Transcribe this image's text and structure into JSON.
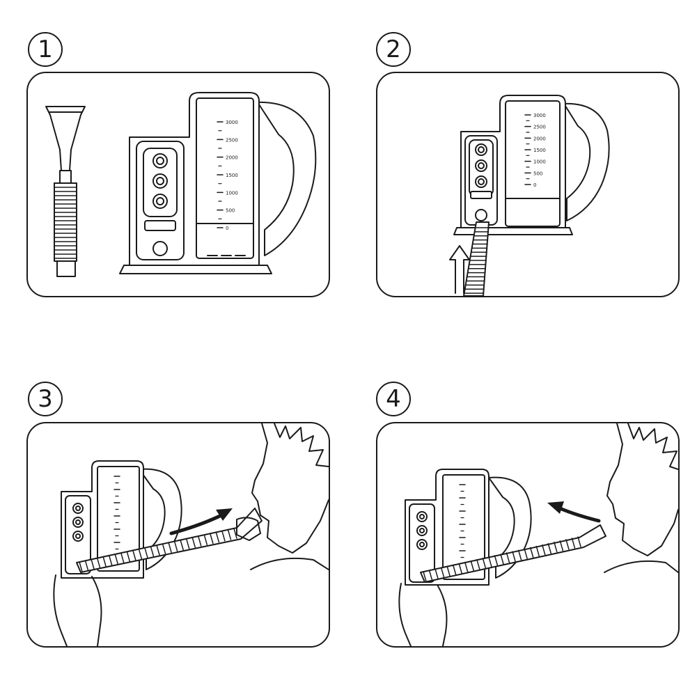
{
  "steps": [
    {
      "number": "1"
    },
    {
      "number": "2"
    },
    {
      "number": "3"
    },
    {
      "number": "4"
    }
  ],
  "device": {
    "scale_labels": [
      "3000",
      "2500",
      "2000",
      "1500",
      "1000",
      "500",
      "0"
    ]
  }
}
